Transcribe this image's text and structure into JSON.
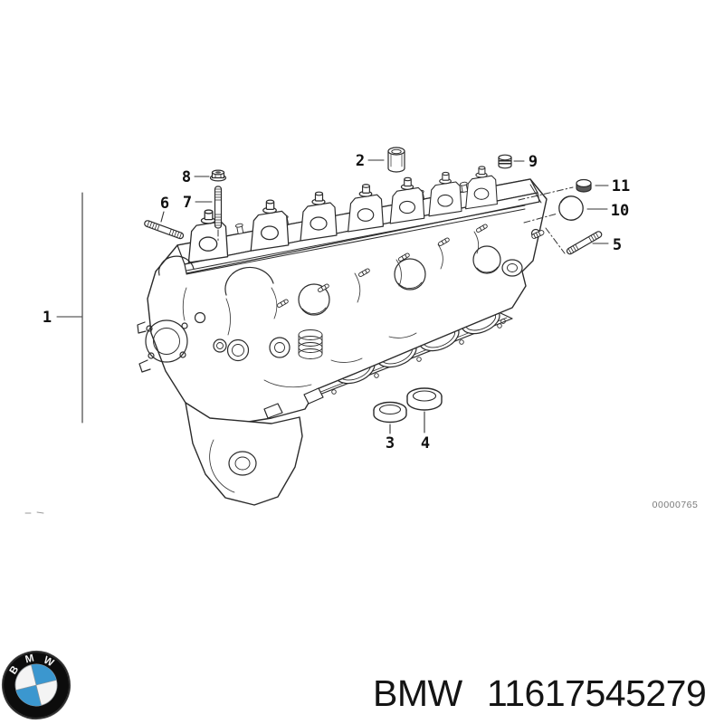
{
  "diagram": {
    "callouts": [
      "1",
      "2",
      "3",
      "4",
      "5",
      "6",
      "7",
      "8",
      "9",
      "10",
      "11"
    ],
    "watermark": "00000765",
    "line_color": "#2b2b2b"
  },
  "footer": {
    "brand": "BMW",
    "part_number": "11617545279",
    "logo": {
      "letters": [
        "B",
        "M",
        "W"
      ],
      "blue": "#3b97cf",
      "ring_black": "#0c0c0c"
    }
  }
}
